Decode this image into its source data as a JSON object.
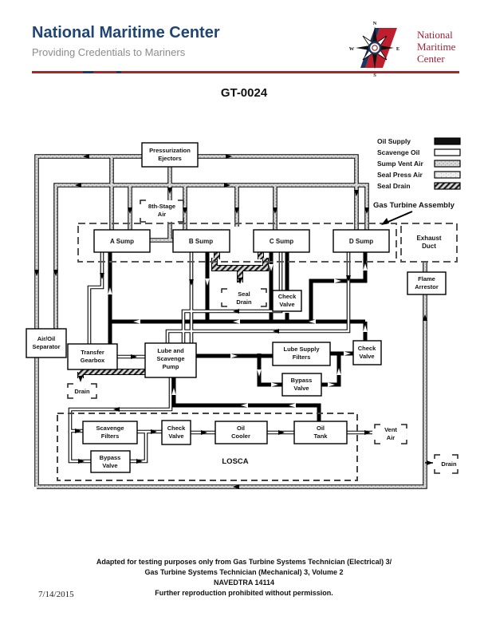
{
  "header": {
    "title": "National Maritime Center",
    "subtitle": "Providing Credentials to Mariners",
    "logo": {
      "text_lines": [
        "National",
        "Maritime",
        "Center"
      ],
      "compass_points": {
        "n": "N",
        "s": "S",
        "e": "E",
        "w": "W"
      }
    },
    "colors": {
      "header_blue": "#1f4575",
      "subtitle_gray": "#8c8c8c",
      "rule_red": "#9e2a2b",
      "rule_blue": "#1f3864",
      "logo_red": "#bf1e2e",
      "logo_text_red": "#9d2235"
    }
  },
  "doc": {
    "number": "GT-0024"
  },
  "legend": {
    "items": [
      {
        "label": "Oil Supply",
        "swatch": "oil-supply-solid-black"
      },
      {
        "label": "Scavenge Oil",
        "swatch": "scavenge-oil-white"
      },
      {
        "label": "Sump Vent Air",
        "swatch": "sump-vent-air-stipple"
      },
      {
        "label": "Seal Press Air",
        "swatch": "seal-press-air-stipple"
      },
      {
        "label": "Seal Drain",
        "swatch": "seal-drain-hatch"
      }
    ]
  },
  "diagram": {
    "labels": {
      "gas_turbine_assembly": "Gas Turbine Assembly",
      "losca": "LOSCA"
    },
    "boxes": [
      {
        "id": "pressurization-ejectors",
        "lines": [
          "Pressurization",
          "Ejectors"
        ]
      },
      {
        "id": "a-sump",
        "lines": [
          "A Sump"
        ]
      },
      {
        "id": "b-sump",
        "lines": [
          "B Sump"
        ]
      },
      {
        "id": "c-sump",
        "lines": [
          "C Sump"
        ]
      },
      {
        "id": "d-sump",
        "lines": [
          "D Sump"
        ]
      },
      {
        "id": "exhaust-duct",
        "lines": [
          "Exhaust",
          "Duct"
        ]
      },
      {
        "id": "flame-arrestor",
        "lines": [
          "Flame",
          "Arrestor"
        ]
      },
      {
        "id": "check-valve-upper",
        "lines": [
          "Check",
          "Valve"
        ]
      },
      {
        "id": "air-oil-separator",
        "lines": [
          "Air/Oil",
          "Separator"
        ]
      },
      {
        "id": "transfer-gearbox",
        "lines": [
          "Transfer",
          "Gearbox"
        ]
      },
      {
        "id": "lube-and-scavenge-pump",
        "lines": [
          "Lube and",
          "Scavenge",
          "Pump"
        ]
      },
      {
        "id": "lube-supply-filters",
        "lines": [
          "Lube Supply",
          "Filters"
        ]
      },
      {
        "id": "check-valve-supply",
        "lines": [
          "Check",
          "Valve"
        ]
      },
      {
        "id": "bypass-valve-supply",
        "lines": [
          "Bypass",
          "Valve"
        ]
      },
      {
        "id": "scavenge-filters",
        "lines": [
          "Scavenge",
          "Filters"
        ]
      },
      {
        "id": "check-valve-losca",
        "lines": [
          "Check",
          "Valve"
        ]
      },
      {
        "id": "oil-cooler",
        "lines": [
          "Oil",
          "Cooler"
        ]
      },
      {
        "id": "oil-tank",
        "lines": [
          "Oil",
          "Tank"
        ]
      },
      {
        "id": "bypass-valve-losca",
        "lines": [
          "Bypass",
          "Valve"
        ]
      }
    ],
    "bracket_labels": [
      {
        "id": "eighth-stage-air",
        "lines": [
          "8th-Stage",
          "Air"
        ]
      },
      {
        "id": "seal-drain",
        "lines": [
          "Seal",
          "Drain"
        ]
      },
      {
        "id": "drain-left",
        "lines": [
          "Drain"
        ]
      },
      {
        "id": "vent-air",
        "lines": [
          "Vent",
          "Air"
        ]
      },
      {
        "id": "drain-right",
        "lines": [
          "Drain"
        ]
      }
    ]
  },
  "footer": {
    "lines": [
      "Adapted for testing purposes only from Gas Turbine Systems Technician (Electrical) 3/",
      "Gas Turbine Systems Technician (Mechanical) 3, Volume 2",
      "NAVEDTRA 14114",
      "Further reproduction prohibited without permission."
    ],
    "date": "7/14/2015"
  }
}
